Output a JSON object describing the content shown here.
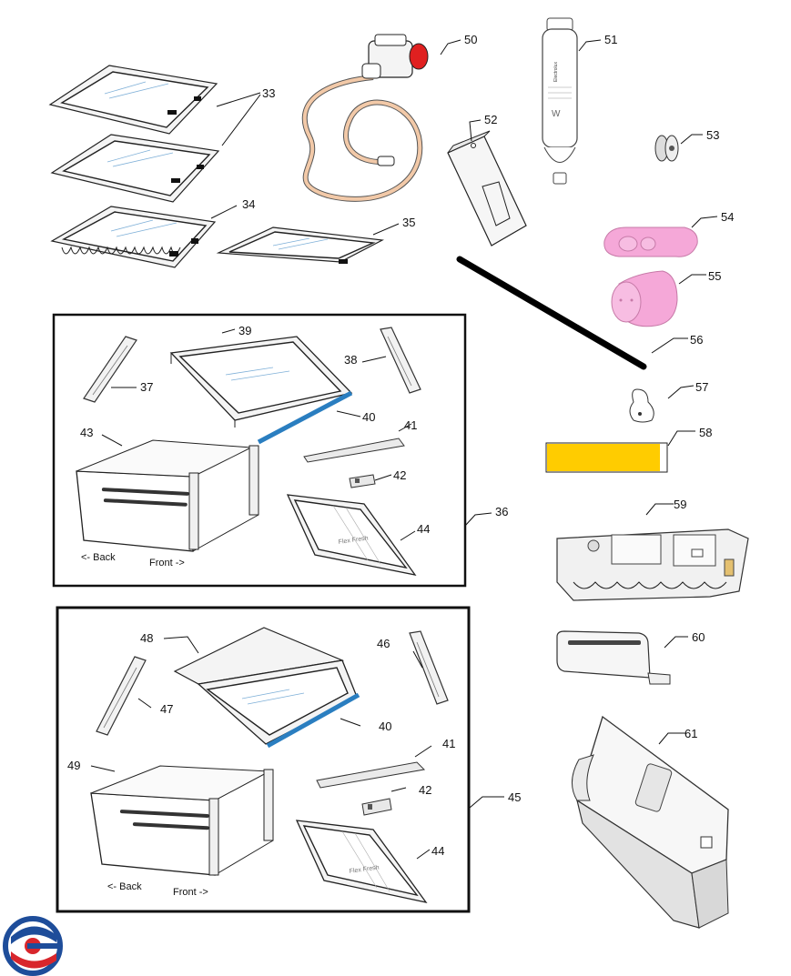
{
  "diagram": {
    "part_numbers": [
      "33",
      "34",
      "35",
      "36",
      "37",
      "38",
      "39",
      "40",
      "41",
      "42",
      "43",
      "44",
      "45",
      "46",
      "47",
      "48",
      "40",
      "41",
      "42",
      "49",
      "44",
      "50",
      "51",
      "52",
      "53",
      "54",
      "55",
      "56",
      "57",
      "58",
      "59",
      "60",
      "61"
    ],
    "drawer_labels": {
      "upper_back": "<- Back",
      "upper_front": "Front ->",
      "lower_back": "<- Back",
      "lower_front": "Front ->"
    },
    "crisper_brand": "Flex Fresh",
    "filter_brand": "Electrolux",
    "colors": {
      "water_hose": "#f2c9a8",
      "valve_cap": "#e02020",
      "rubber_parts": "#f5a8d8",
      "yellow_label": "#ffcc00",
      "crisper_rail": "#2a7ec0",
      "logo_blue": "#1e4d9a",
      "logo_red": "#d8262c"
    },
    "logo_icon": "company-logo-icon"
  }
}
